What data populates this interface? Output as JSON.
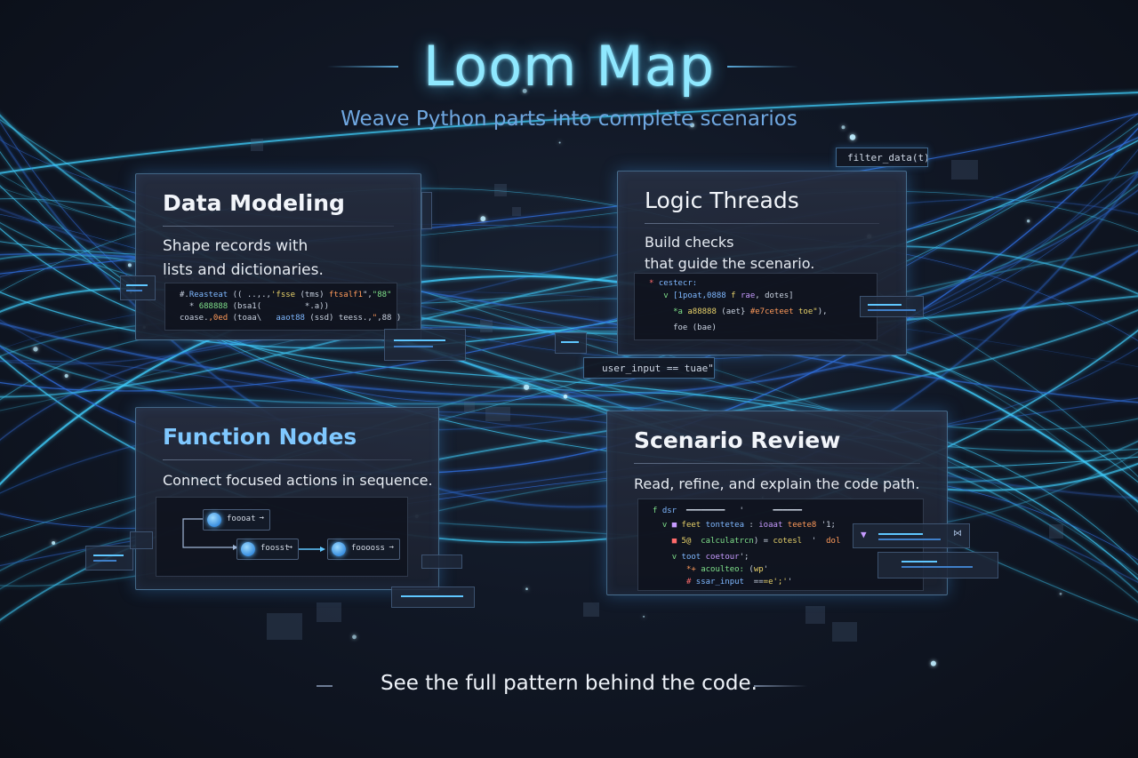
{
  "header": {
    "title": "Loom Map",
    "subtitle": "Weave Python parts into complete scenarios"
  },
  "cards": {
    "data_modeling": {
      "title": "Data Modeling",
      "desc_line1": "Shape records with",
      "desc_line2": "lists and dictionaries."
    },
    "logic_threads": {
      "title": "Logic Threads",
      "desc_line1": "Build checks",
      "desc_line2": "that guide the scenario."
    },
    "function_nodes": {
      "title": "Function Nodes",
      "desc": "Connect focused actions in sequence."
    },
    "scenario_review": {
      "title": "Scenario Review",
      "desc": "Read, refine, and explain the code path."
    }
  },
  "chips": {
    "filter_data": "filter_data(t)",
    "user_input": "user_input == tuae\"'"
  },
  "footer": {
    "tagline": "See the full pattern behind the code."
  },
  "colors": {
    "title_glow": "#8fe8ff",
    "subtitle": "#6fa7e0",
    "thread_cyan": "#3fd0ff",
    "thread_blue": "#2f6fe0",
    "background": "#111826"
  }
}
